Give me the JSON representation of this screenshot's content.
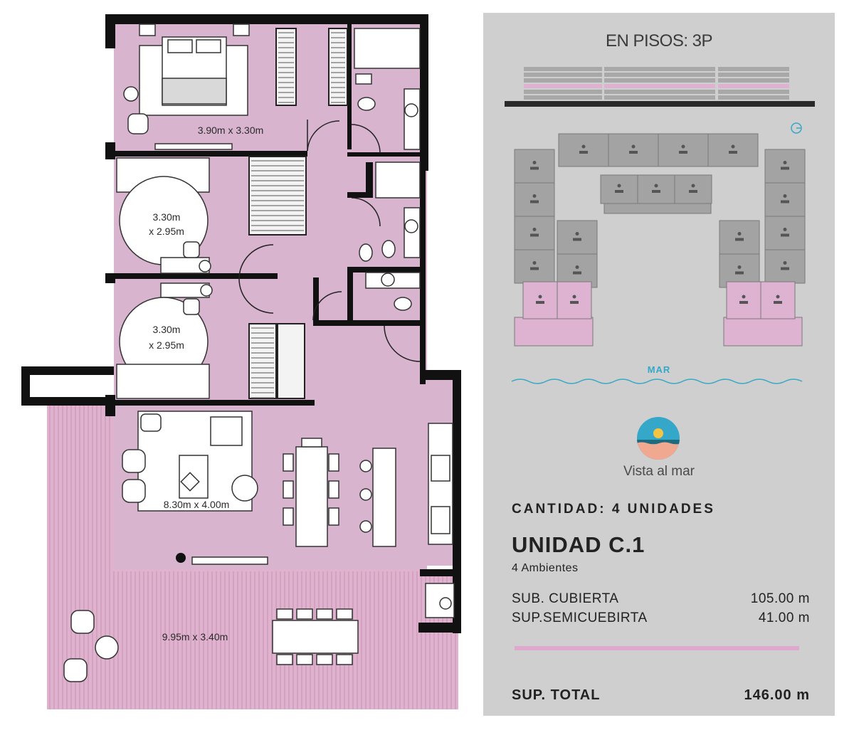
{
  "floor_plan": {
    "rooms": [
      {
        "id": "master-bedroom",
        "dims": "3.90m x 3.30m"
      },
      {
        "id": "bedroom-2",
        "dims_line1": "3.30m",
        "dims_line2": "x 2.95m"
      },
      {
        "id": "bedroom-3",
        "dims_line1": "3.30m",
        "dims_line2": "x 2.95m"
      },
      {
        "id": "living-room",
        "dims": "8.30m x 4.00m"
      },
      {
        "id": "terrace",
        "dims": "9.95m x 3.40m"
      }
    ]
  },
  "panel": {
    "floors_title": "EN PISOS: 3P",
    "sea_label": "MAR",
    "view_label": "Vista al mar",
    "quantity": "CANTIDAD: 4 UNIDADES",
    "unit_name": "UNIDAD C.1",
    "unit_rooms": "4 Ambientes",
    "covered_label": "SUB. CUBIERTA",
    "covered_value": "105.00 m",
    "semi_label": "SUP.SEMICUEBIRTA",
    "semi_value": "41.00 m",
    "total_label": "SUP. TOTAL",
    "total_value": "146.00 m"
  },
  "colors": {
    "floor_pink": "#d8b4cf",
    "terrace_pink": "#dfb3cd",
    "wall": "#111111",
    "panel_bg": "#cfcfcf",
    "building_grey": "#a3a3a3",
    "unit_pink": "#deb3d1",
    "sea_blue": "#35a7c8"
  }
}
